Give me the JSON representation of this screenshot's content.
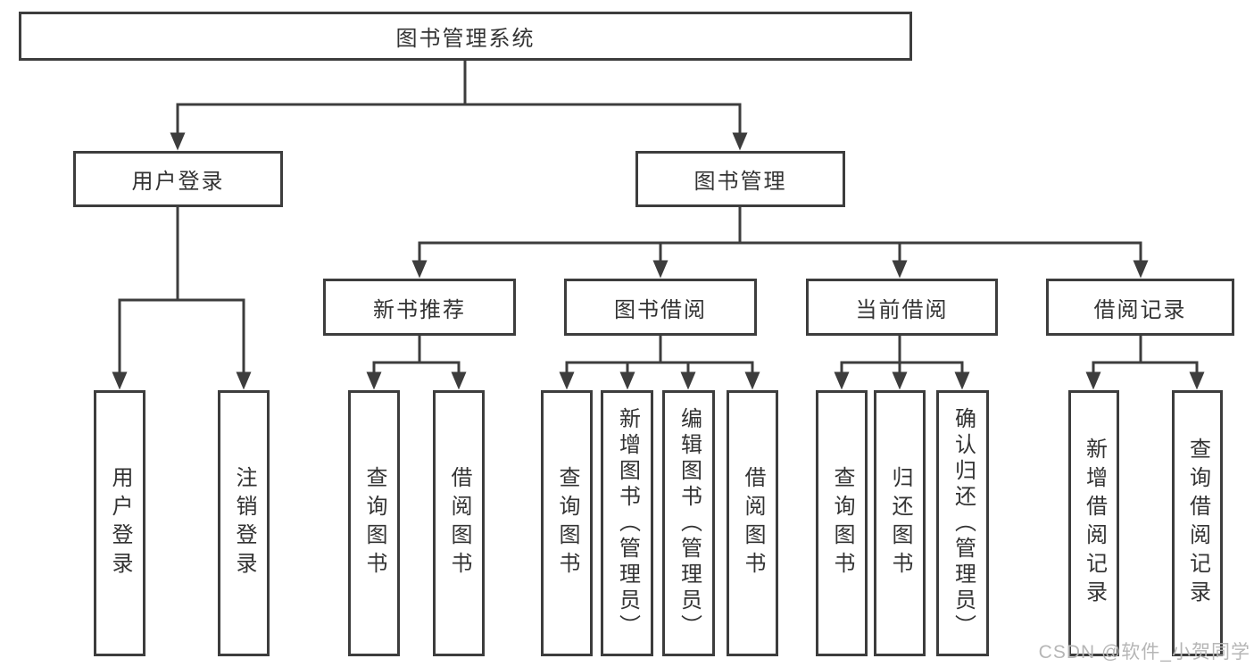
{
  "diagram": {
    "watermark": "CSDN @软件_小贺同学",
    "colors": {
      "line": "#3d3d3d",
      "text": "#333333",
      "box_background": "#ffffff",
      "watermark": "#b6b6b6"
    },
    "tree": {
      "root": {
        "label": "图书管理系统"
      },
      "branches": [
        {
          "label": "用户登录",
          "children": [
            {
              "label": "用户登录"
            },
            {
              "label": "注销登录"
            }
          ]
        },
        {
          "label": "图书管理",
          "children": [
            {
              "label": "新书推荐",
              "children": [
                {
                  "label": "查询图书"
                },
                {
                  "label": "借阅图书"
                }
              ]
            },
            {
              "label": "图书借阅",
              "children": [
                {
                  "label": "查询图书"
                },
                {
                  "label": "新增图书（管理员）"
                },
                {
                  "label": "编辑图书（管理员）"
                },
                {
                  "label": "借阅图书"
                }
              ]
            },
            {
              "label": "当前借阅",
              "children": [
                {
                  "label": "查询图书"
                },
                {
                  "label": "归还图书"
                },
                {
                  "label": "确认归还（管理员）"
                }
              ]
            },
            {
              "label": "借阅记录",
              "children": [
                {
                  "label": "新增借阅记录"
                },
                {
                  "label": "查询借阅记录"
                }
              ]
            }
          ]
        }
      ]
    }
  }
}
